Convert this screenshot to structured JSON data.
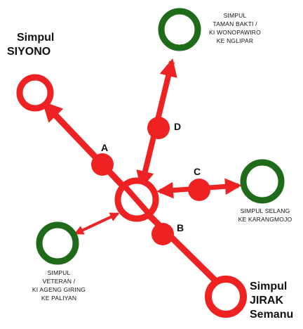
{
  "junctions": {
    "siyono": {
      "line1": "Simpul",
      "line2": "SIYONO",
      "color": "#ee2222"
    },
    "taman_bakti": {
      "line1": "SIMPUL",
      "line2": "TAMAN BAKTI /",
      "line3": "KI WONOPAWIRO",
      "line4": "KE NGLIPAR",
      "color": "#1f6b1a"
    },
    "selang": {
      "line1": "SIMPUL SELANG",
      "line2": "KE KARANGMOJO",
      "color": "#1f6b1a"
    },
    "veteran": {
      "line1": "SIMPUL",
      "line2": "VETERAN /",
      "line3": "KI AGENG GIRING",
      "line4": "KE PALIYAN",
      "color": "#1f6b1a"
    },
    "jirak": {
      "line1": "Simpul",
      "line2": "JIRAK",
      "line3": "Semanu",
      "color": "#ee2222"
    }
  },
  "segments": {
    "a": "A",
    "b": "B",
    "c": "C",
    "d": "D"
  },
  "colors": {
    "road": "#ee2222",
    "green_node": "#1f6b1a"
  }
}
